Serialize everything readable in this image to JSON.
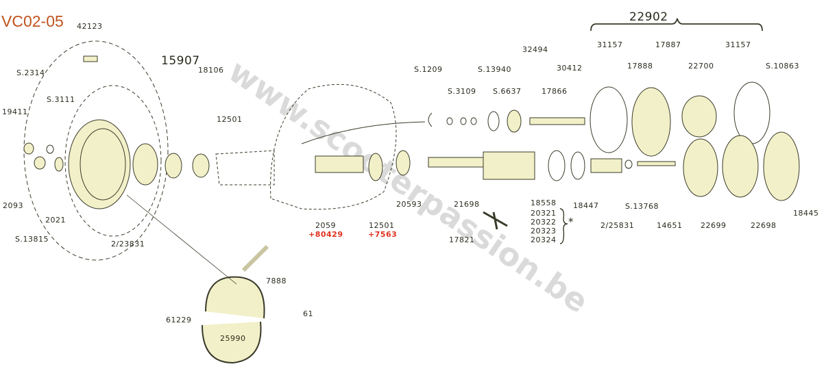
{
  "title": "VC02-05",
  "watermark": "www.scooterpassion.be",
  "colors": {
    "title": "#c0541f",
    "accent_red": "#e0301e",
    "line": "#3a3a2a",
    "part_fill": "#f2f0c8"
  },
  "labels": {
    "p42123": "42123",
    "p15907": "15907",
    "s2314": "S.2314",
    "p18106": "18106",
    "s3111": "S.3111",
    "p19411": "19411",
    "p12501a": "12501",
    "p2093": "2093",
    "p2021": "2021",
    "s13815": "S.13815",
    "p2_23831": "2/23831",
    "p2059": "2059",
    "p80429": "+80429",
    "p12501b": "12501",
    "p7563": "+7563",
    "p20593": "20593",
    "p21698": "21698",
    "p17821": "17821",
    "p18558": "18558",
    "p20321": "20321",
    "p20322": "20322",
    "p20323": "20323",
    "p20324": "20324",
    "star": "*",
    "p18447": "18447",
    "s1209": "S.1209",
    "s3109": "S.3109",
    "s13940": "S.13940",
    "s6637": "S.6637",
    "p32494": "32494",
    "p17866": "17866",
    "p30412": "30412",
    "p22902": "22902",
    "p31157a": "31157",
    "p17887": "17887",
    "p17888": "17888",
    "p22700": "22700",
    "p31157b": "31157",
    "s10863": "S.10863",
    "p2_25831": "2/25831",
    "s13768": "S.13768",
    "p14651": "14651",
    "p22699": "22699",
    "p22698": "22698",
    "p18445": "18445",
    "p7888": "7888",
    "p61229": "61229",
    "p61": "61",
    "p25990": "25990"
  }
}
